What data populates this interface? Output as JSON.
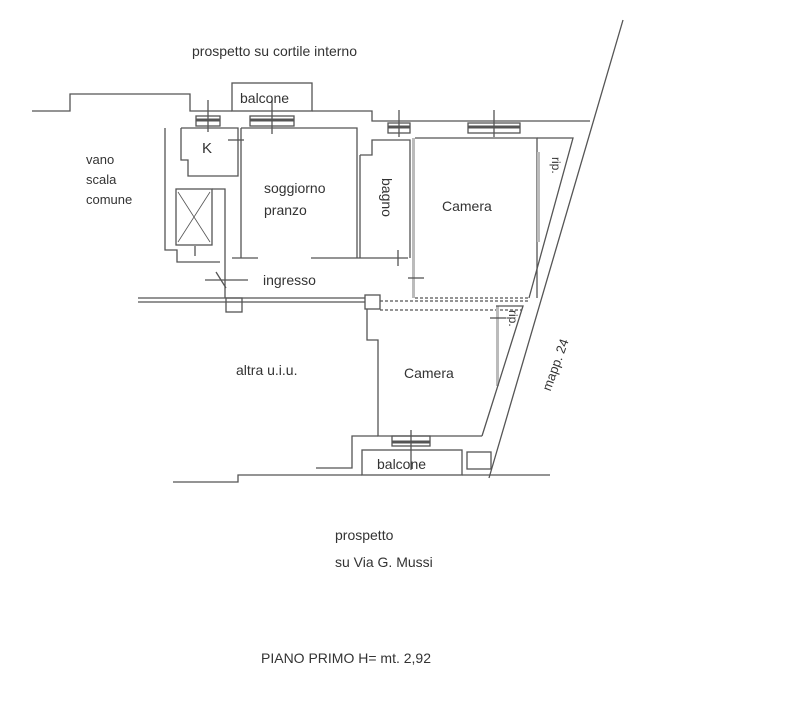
{
  "plan": {
    "title": "PIANO PRIMO H= mt. 2,92",
    "top_facade": "prospetto su cortile interno",
    "bottom_facade_line1": "prospetto",
    "bottom_facade_line2": "su Via G. Mussi",
    "parcel": "mapp. 24"
  },
  "rooms": {
    "balcony_top": "balcone",
    "kitchen": "K",
    "stair_line1": "vano",
    "stair_line2": "scala",
    "stair_line3": "comune",
    "living_line1": "soggiorno",
    "living_line2": "pranzo",
    "bathroom": "bagno",
    "bedroom_top": "Camera",
    "storage_top": "rip.",
    "entrance": "ingresso",
    "other_unit": "altra u.i.u.",
    "bedroom_bottom": "Camera",
    "storage_bottom": "rip.",
    "balcony_bottom": "balcone"
  },
  "colors": {
    "line": "#555555",
    "text": "#333333",
    "wall_fill": "#bbbbbb"
  }
}
